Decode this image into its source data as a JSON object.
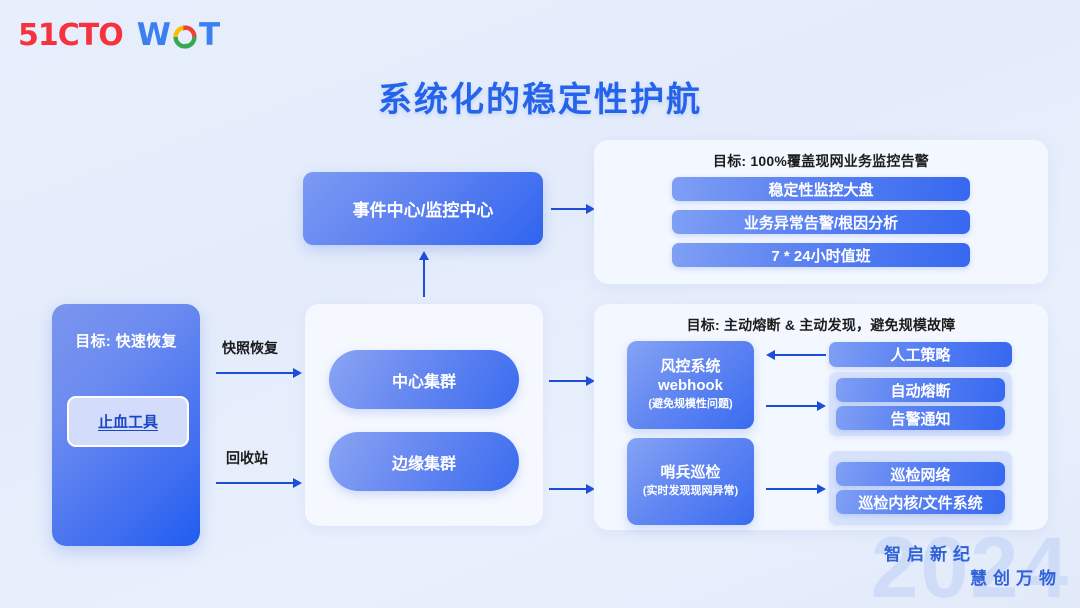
{
  "brand": {
    "logo_51cto": "51CTO",
    "logo_wot_w": "W",
    "logo_wot_t": "T",
    "ring_colors": [
      "#ea4335",
      "#fbbc05",
      "#34a853",
      "#4285f4"
    ],
    "color_red": "#f5333f",
    "color_blue": "#3b7ff0"
  },
  "title": "系统化的稳定性护航",
  "accent_color": "#2563eb",
  "background_color": "#e4ecfb",
  "left_panel": {
    "goal": "目标: 快速恢复",
    "tool_label": "止血工具"
  },
  "flow_labels": {
    "snapshot_restore": "快照恢复",
    "recycle_bin": "回收站"
  },
  "middle": {
    "event_center": "事件中心/监控中心",
    "clusters": [
      {
        "label": "中心集群"
      },
      {
        "label": "边缘集群"
      }
    ]
  },
  "card_top": {
    "goal": "目标: 100%覆盖现网业务监控告警",
    "items": [
      {
        "label": "稳定性监控大盘"
      },
      {
        "label": "业务异常告警/根因分析"
      },
      {
        "label": "7 * 24小时值班"
      }
    ]
  },
  "card_bottom": {
    "goal": "目标: 主动熔断 & 主动发现，避免规模故障",
    "process": [
      {
        "title": "风控系统",
        "subtitle_en": "webhook",
        "note": "(避免规模性问题)"
      },
      {
        "title": "哨兵巡检",
        "subtitle_en": "",
        "note": "(实时发现现网异常)"
      }
    ],
    "manual_strategy": "人工策略",
    "group_auto": [
      {
        "label": "自动熔断"
      },
      {
        "label": "告警通知"
      }
    ],
    "group_inspect": [
      {
        "label": "巡检网络"
      },
      {
        "label": "巡检内核/文件系统"
      }
    ]
  },
  "watermark": {
    "year": "2024",
    "slogan_line1": "智启新纪",
    "slogan_line2": "慧创万物"
  }
}
